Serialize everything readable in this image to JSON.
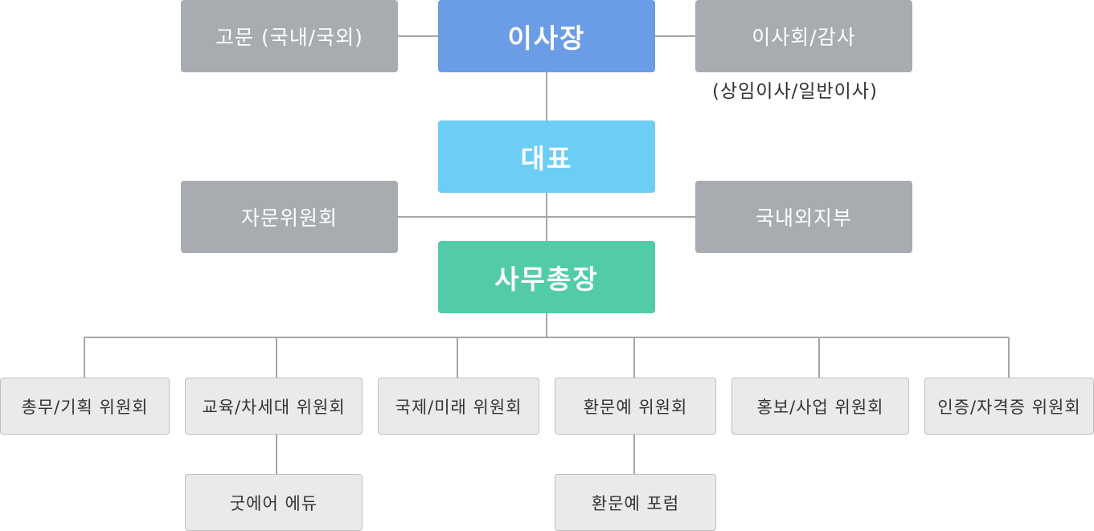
{
  "top": {
    "chairman": "이사장",
    "ceo": "대표",
    "secretary_general": "사무총장"
  },
  "side": {
    "advisors": "고문 (국내/국외)",
    "board": "이사회/감사",
    "board_note": "(상임이사/일반이사)",
    "advisory_committee": "자문위원회",
    "branches": "국내외지부"
  },
  "committees": [
    {
      "label": "총무/기획 위원회"
    },
    {
      "label": "교육/차세대 위원회",
      "child": "굿에어 에듀"
    },
    {
      "label": "국제/미래 위원회"
    },
    {
      "label": "환문예 위원회",
      "child": "환문예 포럼"
    },
    {
      "label": "홍보/사업 위원회"
    },
    {
      "label": "인증/자격증 위원회"
    }
  ]
}
